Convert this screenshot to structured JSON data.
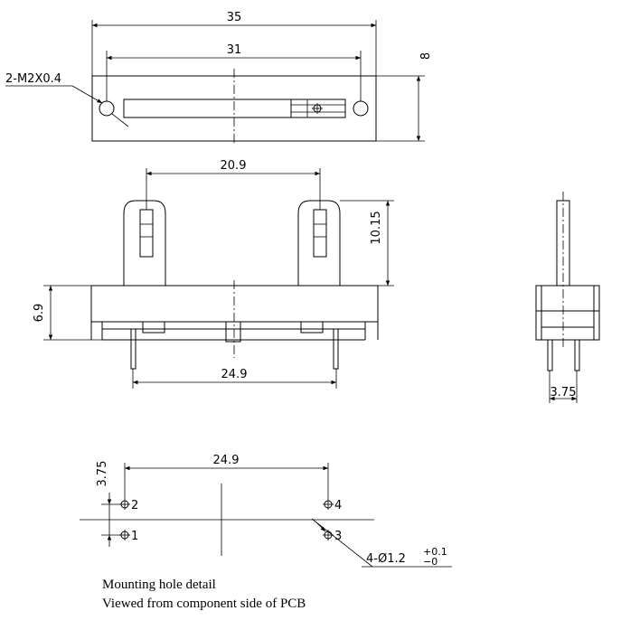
{
  "top_view": {
    "width_overall": "35",
    "hole_spacing": "31",
    "height": "8",
    "hole_callout": "2-M2X0.4"
  },
  "front_view": {
    "post_spacing": "20.9",
    "post_height": "10.15",
    "body_height": "6.9",
    "pin_spacing": "24.9"
  },
  "side_view": {
    "pin_pitch": "3.75"
  },
  "hole_detail": {
    "spacing": "24.9",
    "row_pitch": "3.75",
    "labels": [
      "1",
      "2",
      "3",
      "4"
    ],
    "hole_callout_main": "4-Ø1.2",
    "tol_upper": "+0.1",
    "tol_lower": "−0"
  },
  "notes": {
    "line1": "Mounting hole detail",
    "line2": "Viewed from component side of PCB"
  }
}
